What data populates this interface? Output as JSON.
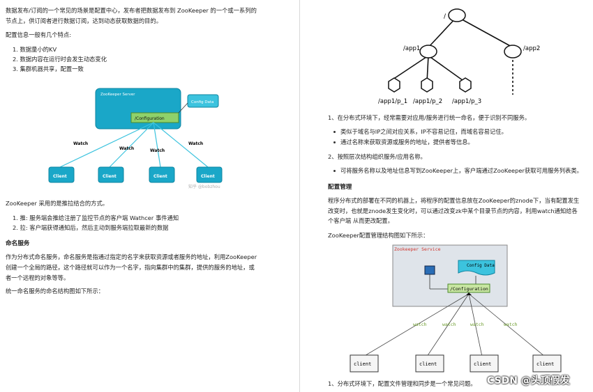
{
  "left": {
    "intro_line1": "数据发布/订阅的一个常见的场景是配置中心，发布者把数据发布到 ZooKeeper 的一个或一系列的",
    "intro_line2": "节点上，供订阅者进行数据订阅，达到动态获取数据的目的。",
    "features_title": "配置信息一般有几个特点:",
    "features": [
      "1. 数据量小的KV",
      "2. 数据内容在运行时会发生动态变化",
      "3. 集群机器共享，配置一致"
    ],
    "diagram1": {
      "server_label": "ZooKeeper Server",
      "config_node": "/Configuration",
      "config_data": "Config Data",
      "watch": "Watch",
      "client": "Client",
      "source_watermark": "知乎 @bobzhou"
    },
    "push_pull": "ZooKeeper 采用的是推拉结合的方式。",
    "push_pull_items": [
      "1. 推: 服务端会推给注册了监控节点的客户端 Wathcer 事件通知",
      "2. 拉: 客户端获得通知后，然后主动到服务端拉取最新的数据"
    ],
    "naming_title": "命名服务",
    "naming_line1": "作为分布式命名服务，命名服务是指通过指定的名字来获取资源或者服务的地址，利用ZooKeeper",
    "naming_line2": "创建一个全局的路径，这个路径就可以作为一个名字，指向集群中的集群，提供的服务的地址，或",
    "naming_line3": "者一个远程的对象等等。",
    "naming_struct": "统一命名服务的命名结构图如下所示："
  },
  "right": {
    "tree": {
      "root": "/",
      "app1": "/app1",
      "app2": "/app2",
      "p1": "/app1/p_1",
      "p2": "/app1/p_2",
      "p3": "/app1/p_3"
    },
    "item1": "1、在分布式环境下，经常需要对应用/服务进行统一命名，便于识别不同服务。",
    "item1_bullets": [
      "类似于域名与IP之间对应关系，IP不容易记住，而域名容易记住。",
      "通过名称来获取资源或服务的地址，提供者等信息。"
    ],
    "item2": "2、按照层次结构组织服务/应用名称。",
    "item2_bullets": [
      "可将服务名称以及地址信息写到ZooKeeper上，客户端通过ZooKeeper获取可用服务列表类。"
    ],
    "config_title": "配置管理",
    "config_line1": "程序分布式的部署在不同的机器上，将程序的配置信息放在ZooKeeper的znode下，当有配置发生",
    "config_line2": "改变时，也就是znode发生变化时，可以通过改变zk中某个目录节点的内容，利用watch通知给各",
    "config_line3": "个客户端 从而更改配置。",
    "config_struct": "ZooKeeper配置管理结构图如下所示：",
    "diagram2": {
      "server_label": "Zookeeper Service",
      "config_data": "Config Data",
      "config_node": "/Configuration",
      "watch": "watch",
      "client": "client"
    },
    "bottom_line": "1、分布式环境下，配置文件管理和同步是一个常见问题。",
    "watermark": "CSDN @头顶假发"
  },
  "colors": {
    "teal": "#1aa7c8",
    "light_teal": "#3cc3de",
    "green_box": "#9fd36b",
    "gray_bg": "#dfe4ea"
  }
}
